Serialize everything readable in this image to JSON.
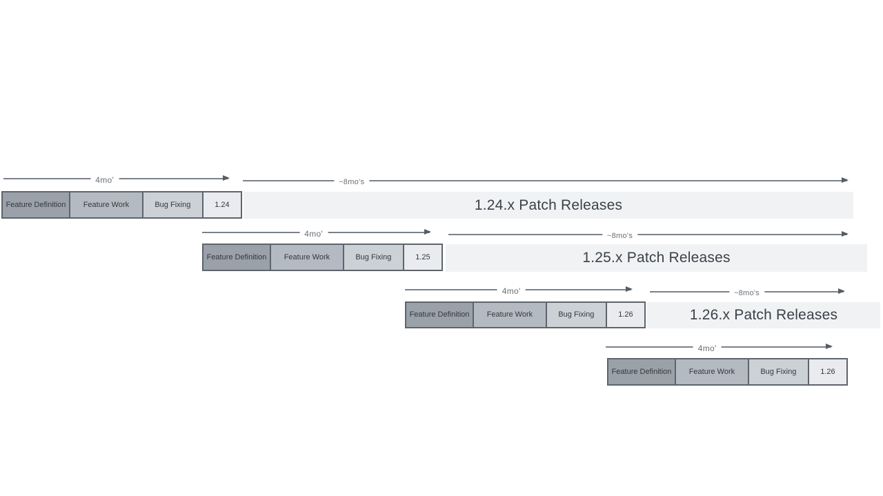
{
  "diagram": {
    "stage_labels": {
      "feature_definition": "Feature Definition",
      "feature_work": "Feature Work",
      "bug_fixing": "Bug Fixing"
    },
    "rows": [
      {
        "version": "1.24",
        "dev_duration": "4mo'",
        "patch_duration": "~8mo's",
        "patch_label": "1.24.x Patch Releases"
      },
      {
        "version": "1.25",
        "dev_duration": "4mo'",
        "patch_duration": "~8mo's",
        "patch_label": "1.25.x Patch Releases"
      },
      {
        "version": "1.26",
        "dev_duration": "4mo'",
        "patch_duration": "~8mo's",
        "patch_label": "1.26.x Patch Releases"
      },
      {
        "version": "1.26",
        "dev_duration": "4mo'"
      }
    ],
    "colors": {
      "feature_definition": "#9aa1a8",
      "feature_work": "#b4bac1",
      "bug_fixing": "#ccd1d6",
      "version_box": "#e9ebee",
      "patch_bar": "#f0f2f4",
      "border": "#5e646b",
      "arrow": "#7a8189",
      "arrow_head": "#565d64",
      "text_dark": "#33383e",
      "text_bar": "#3c4147",
      "text_duration": "#696f76"
    }
  }
}
